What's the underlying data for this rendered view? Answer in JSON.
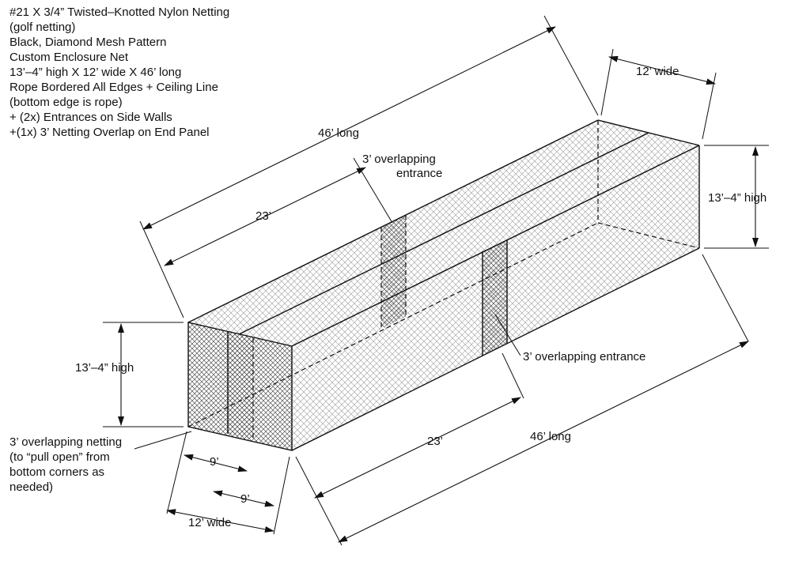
{
  "spec_lines": [
    "#21 X 3/4” Twisted–Knotted Nylon Netting",
    "(golf netting)",
    "Black, Diamond Mesh Pattern",
    "Custom Enclosure Net",
    "13’–4” high X 12’ wide X 46’ long",
    "Rope Bordered All Edges + Ceiling Line",
    "(bottom edge is rope)",
    "+ (2x) Entrances on Side Walls",
    "+(1x) 3’ Netting Overlap on End Panel"
  ],
  "labels": {
    "length_top": "46’ long",
    "width_top": "12’ wide",
    "height_right": "13’–4” high",
    "half_top": "23’",
    "entrance_back_line1": "3’ overlapping",
    "entrance_back_line2": "entrance",
    "entrance_front": "3’ overlapping entrance",
    "height_left": "13’–4” high",
    "overlap_end_lines": [
      "3’ overlapping netting",
      "(to “pull open” from",
      "bottom corners as",
      "needed)"
    ],
    "end_9_first": "9’",
    "end_9_second": "9’",
    "width_bottom": "12’ wide",
    "half_bottom": "23’",
    "length_bottom": "46’ long"
  },
  "colors": {
    "line": "#111111",
    "mesh": "#8a8a8a"
  }
}
